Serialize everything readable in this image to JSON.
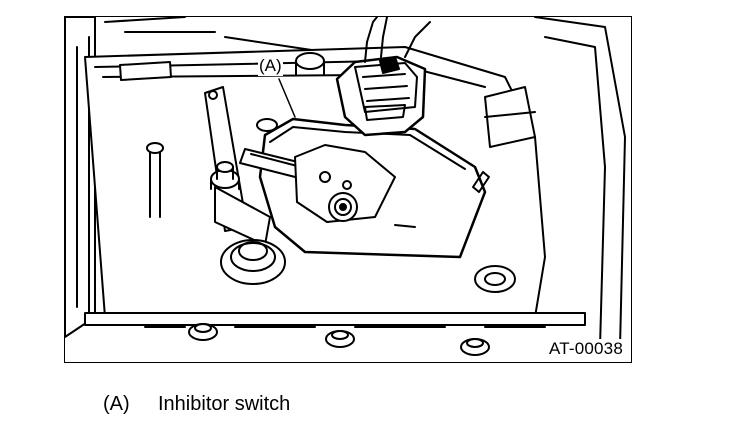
{
  "figure": {
    "callout_label": "(A)",
    "figure_id": "AT-00038"
  },
  "legend": {
    "key": "(A)",
    "description": "Inhibitor switch"
  }
}
